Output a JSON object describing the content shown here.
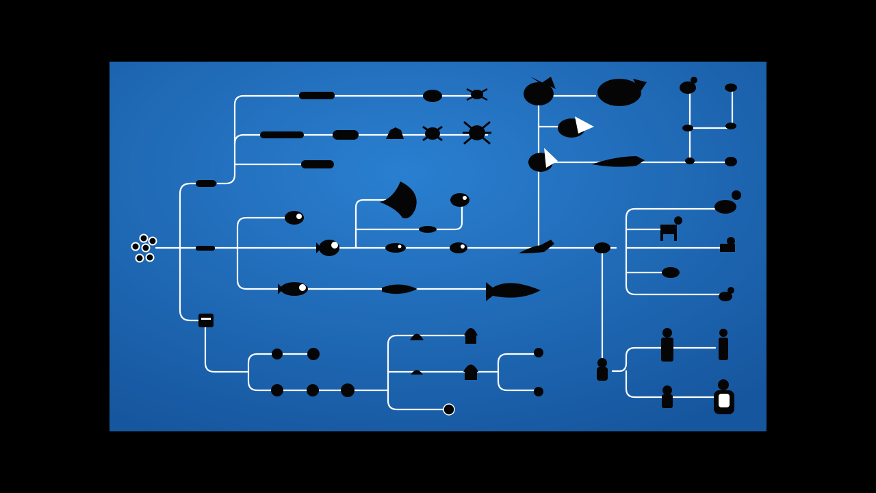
{
  "colors": {
    "background": "#000000",
    "panel": "#1f6fbf",
    "panel_edge": "#17589f",
    "lines": "#ffffff",
    "organisms": "#050505"
  },
  "organisms": [
    "cells",
    "worm",
    "segmented-worm",
    "millipede",
    "trilobite",
    "crab",
    "spider",
    "fish",
    "manta-ray",
    "shark",
    "lizard",
    "dinosaur",
    "triceratops",
    "bird",
    "mammal",
    "horse",
    "cat",
    "rodent",
    "primate",
    "gorilla",
    "human",
    "jellyfish",
    "sea-urchin"
  ]
}
